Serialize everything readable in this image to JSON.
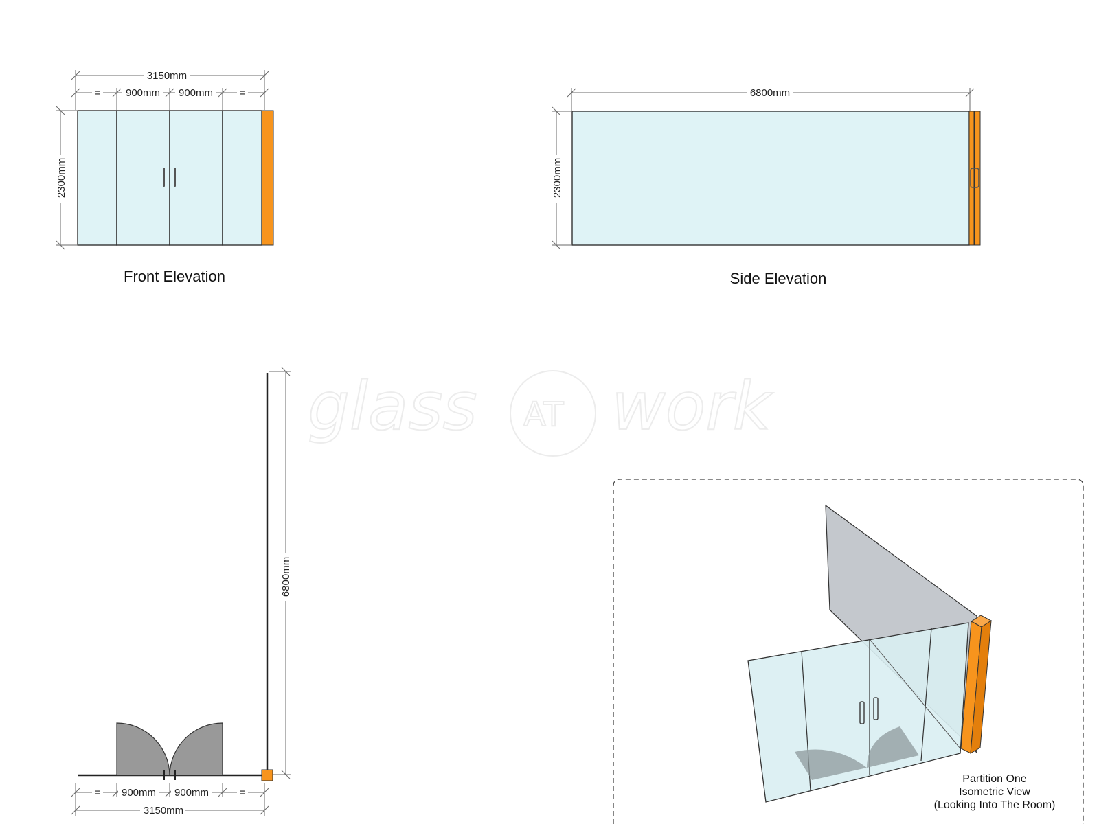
{
  "watermark": {
    "left": "glass",
    "middle": "AT",
    "right": "work"
  },
  "front_elevation": {
    "caption": "Front Elevation",
    "overall_width": "3150mm",
    "door_widths": [
      "900mm",
      "900mm"
    ],
    "equal_marks": [
      "=",
      "="
    ],
    "height": "2300mm"
  },
  "side_elevation": {
    "caption": "Side Elevation",
    "width": "6800mm",
    "height": "2300mm"
  },
  "plan_view": {
    "length": "6800mm",
    "door_widths": [
      "900mm",
      "900mm"
    ],
    "equal_marks": [
      "=",
      "="
    ],
    "overall_width": "3150mm"
  },
  "isometric": {
    "caption_lines": [
      "Partition One",
      "Isometric View",
      "(Looking Into The Room)"
    ]
  },
  "colors": {
    "glass": "#dff3f6",
    "frame": "#f7941d",
    "door_swing": "#999999"
  }
}
